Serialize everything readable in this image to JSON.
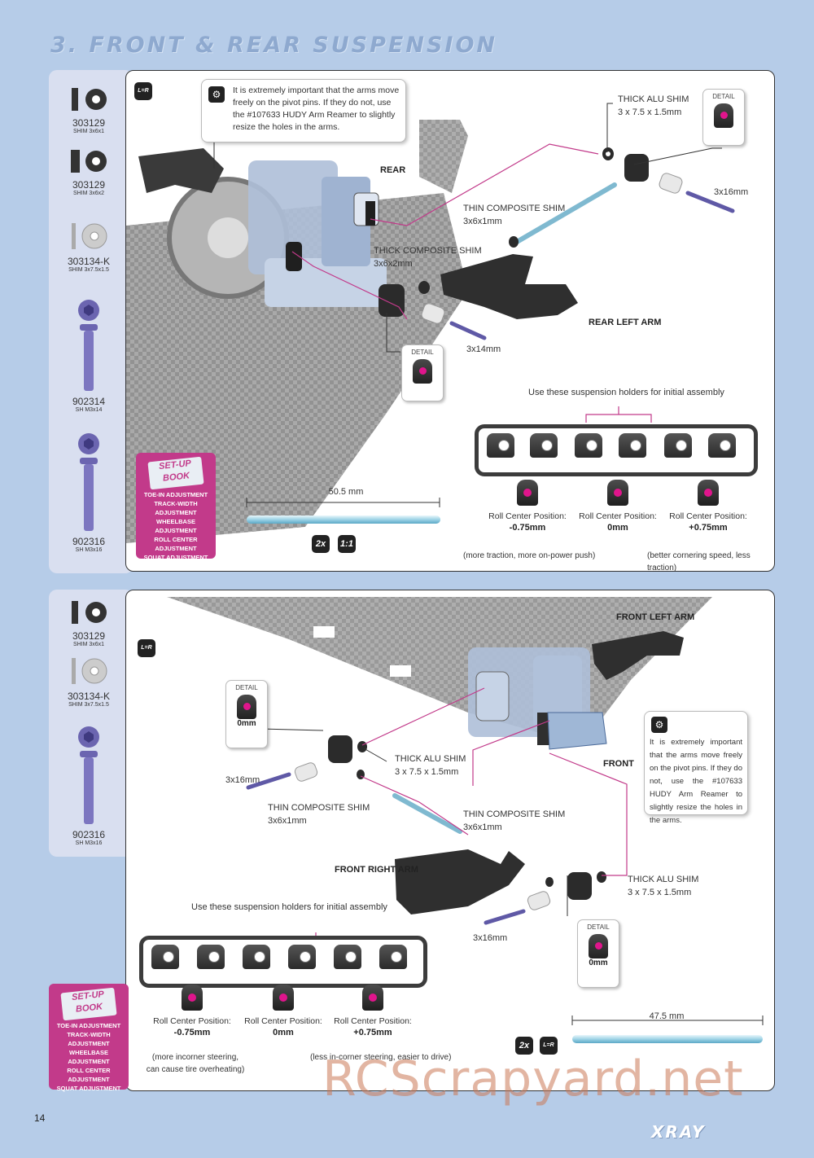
{
  "page": {
    "section_title": "3. FRONT & REAR SUSPENSION",
    "page_number": "14",
    "watermark": "RCScrapyard.net",
    "brand": "XRAY"
  },
  "colors": {
    "accent": "#c23a8a",
    "background": "#b6cce8",
    "sidebar": "#d9dff0",
    "highlight": "#e0158c"
  },
  "rear": {
    "parts": [
      {
        "num": "303129",
        "desc": "SHIM 3x6x1",
        "icon": "shim-thick-icon"
      },
      {
        "num": "303129",
        "desc": "SHIM 3x6x2",
        "icon": "shim-thick-icon"
      },
      {
        "num": "303134-K",
        "desc": "SHIM 3x7.5x1.5",
        "icon": "shim-thin-icon"
      },
      {
        "num": "902314",
        "desc": "SH M3x14",
        "icon": "screw-icon"
      },
      {
        "num": "902316",
        "desc": "SH M3x16",
        "icon": "screw-icon"
      }
    ],
    "lr_badge": "L=R",
    "callout": "It is extremely important that the arms move freely on the pivot pins. If they do not, use the #107633 HUDY Arm Reamer to slightly resize the holes in the arms.",
    "labels": {
      "rear": "REAR",
      "thick_alu": "THICK ALU SHIM",
      "thick_alu_size": "3 x 7.5 x 1.5mm",
      "detail": "DETAIL",
      "screw_16": "3x16mm",
      "thin_comp": "THIN COMPOSITE SHIM",
      "thin_comp_size": "3x6x1mm",
      "thick_comp": "THICK COMPOSITE SHIM",
      "thick_comp_size": "3x6x2mm",
      "arm": "REAR LEFT ARM",
      "screw_14": "3x14mm",
      "holders_note": "Use these suspension holders for initial assembly",
      "rod_length": "50.5 mm",
      "qty": "2x",
      "scale": "1:1"
    },
    "roll_center": [
      {
        "label": "Roll Center Position:",
        "value": "-0.75mm"
      },
      {
        "label": "Roll Center Position:",
        "value": "0mm"
      },
      {
        "label": "Roll Center Position:",
        "value": "+0.75mm"
      }
    ],
    "rc_note_left": "(more traction, more on-power push)",
    "rc_note_right": "(better cornering speed, less traction)"
  },
  "front": {
    "parts": [
      {
        "num": "303129",
        "desc": "SHIM 3x6x1",
        "icon": "shim-thick-icon"
      },
      {
        "num": "303134-K",
        "desc": "SHIM 3x7.5x1.5",
        "icon": "shim-thin-icon"
      },
      {
        "num": "902316",
        "desc": "SH M3x16",
        "icon": "screw-icon"
      }
    ],
    "lr_badge": "L=R",
    "callout": "It is extremely important that the arms move freely on the pivot pins. If they do not, use the #107633 HUDY Arm Reamer to slightly resize the holes in the arms.",
    "labels": {
      "front_left_arm": "FRONT LEFT ARM",
      "detail": "DETAIL",
      "detail_value": "0mm",
      "thick_alu": "THICK ALU SHIM",
      "thick_alu_size": "3 x 7.5 x 1.5mm",
      "screw_16": "3x16mm",
      "thin_comp": "THIN COMPOSITE SHIM",
      "thin_comp_size": "3x6x1mm",
      "front": "FRONT",
      "front_right_arm": "FRONT RIGHT ARM",
      "holders_note": "Use these suspension holders for initial assembly",
      "rod_length": "47.5 mm",
      "qty": "2x"
    },
    "roll_center": [
      {
        "label": "Roll Center Position:",
        "value": "-0.75mm"
      },
      {
        "label": "Roll Center Position:",
        "value": "0mm"
      },
      {
        "label": "Roll Center Position:",
        "value": "+0.75mm"
      }
    ],
    "rc_note_left_1": "(more incorner steering,",
    "rc_note_left_2": "can cause tire overheating)",
    "rc_note_right": "(less in-corner steering, easier to drive)"
  },
  "setup_book": {
    "title": "SET-UP BOOK",
    "items": [
      "TOE-IN ADJUSTMENT",
      "TRACK-WIDTH ADJUSTMENT",
      "WHEELBASE ADJUSTMENT",
      "ROLL CENTER ADJUSTMENT",
      "SQUAT ADJUSTMENT"
    ]
  }
}
